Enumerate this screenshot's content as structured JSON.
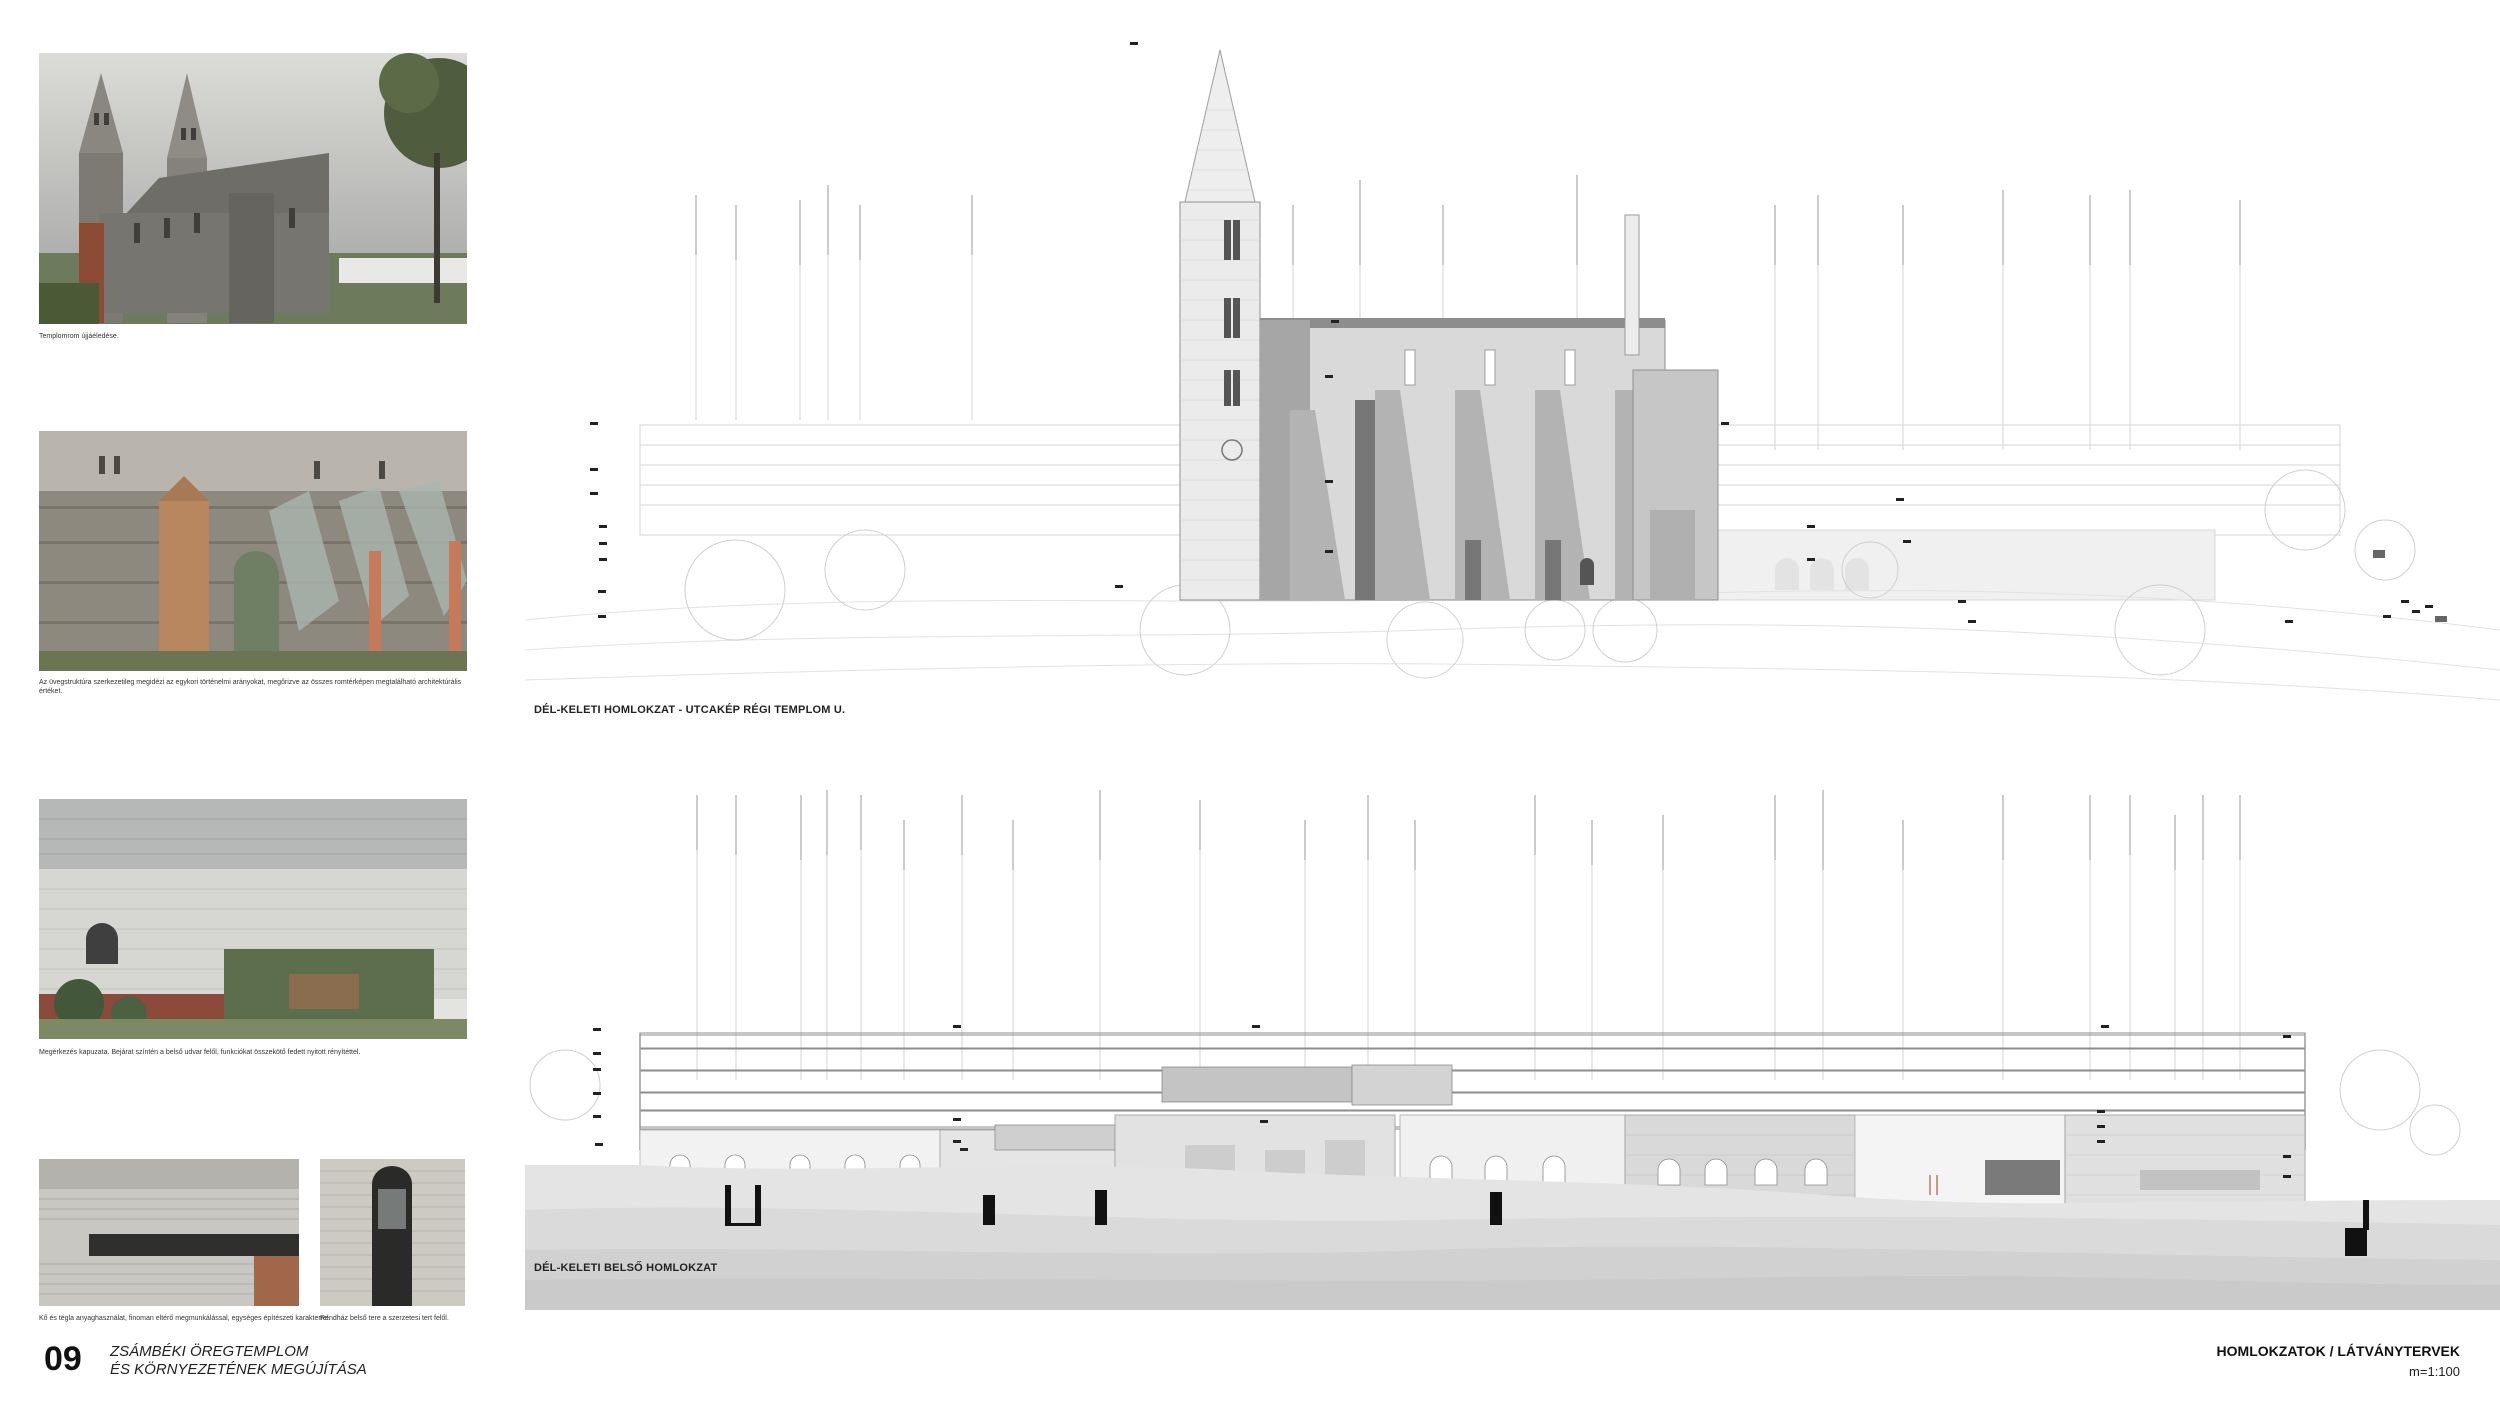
{
  "photos": [
    {
      "caption": "Templomrom újjáéledése."
    },
    {
      "caption": "Az üvegstruktúra szerkezetileg megidézi az egykori történelmi arányokat, megőrizve az összes romtérképen megtalálható architektúrális értéket."
    },
    {
      "caption": "Megérkezés kapuzata. Bejárat színtén a belső udvar felől, funkciókat összekötő fedett nyitott rényítéttel."
    },
    {
      "caption": "Kő és tégla anyaghasználat, finoman eltérő megmunkálással, egységes építészeti karakterrel."
    },
    {
      "caption": "Rendház belső tere a szerzetesi tert felől."
    }
  ],
  "elevations": {
    "upper_label": "DÉL-KELETI HOMLOKZAT - UTCAKÉP RÉGI TEMPLOM U.",
    "lower_label": "DÉL-KELETI BELSŐ HOMLOKZAT"
  },
  "footer": {
    "sheet_number": "09",
    "project_title_line1": "ZSÁMBÉKI ÖREGTEMPLOM",
    "project_title_line2": "ÉS KÖRNYEZETÉNEK MEGÚJÍTÁSA",
    "sheet_title": "HOMLOKZATOK / LÁTVÁNYTERVEK",
    "scale": "m=1:100"
  }
}
